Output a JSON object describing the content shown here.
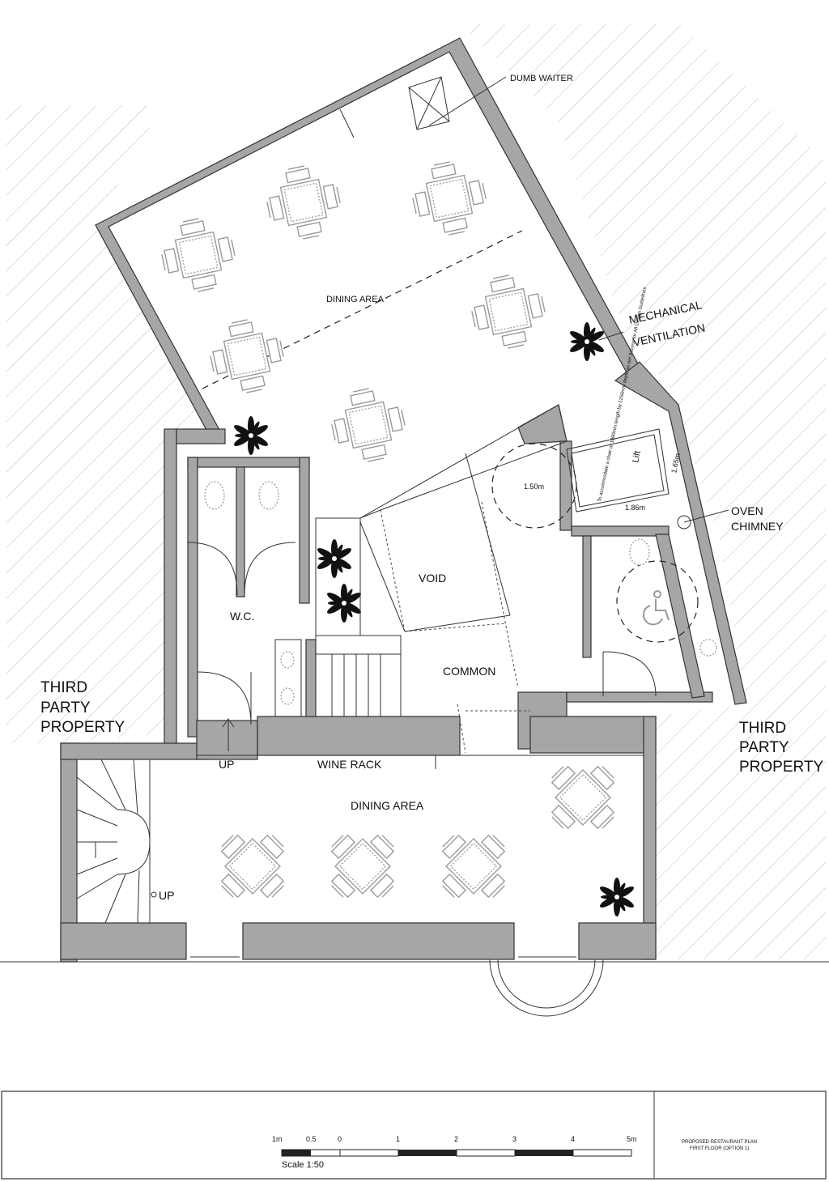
{
  "labels": {
    "dumb_waiter": "DUMB WAITER",
    "dining_area_upper": "DINING AREA",
    "mechanical_ventilation_1": "MECHANICAL",
    "mechanical_ventilation_2": "VENTILATION",
    "lift_title": "Lift",
    "lift_note": "To accommodate a chair of 1000mm length by 1250mm depth as per Access for All Design Guidelines",
    "lift_width": "1.86m",
    "lift_depth": "1.65m",
    "turning_circle": "1.50m",
    "oven_chimney_1": "OVEN",
    "oven_chimney_2": "CHIMNEY",
    "void": "VOID",
    "wc": "W.C.",
    "common": "COMMON",
    "third_party_left_1": "THIRD",
    "third_party_left_2": "PARTY",
    "third_party_left_3": "PROPERTY",
    "third_party_right_1": "THIRD",
    "third_party_right_2": "PARTY",
    "third_party_right_3": "PROPERTY",
    "up_1": "UP",
    "up_2": "UP",
    "wine_rack": "WINE RACK",
    "dining_area_lower": "DINING AREA"
  },
  "scale_bar": {
    "ticks": [
      "1m",
      "0.5",
      "0",
      "1",
      "2",
      "3",
      "4",
      "5m"
    ],
    "caption": "Scale 1:50"
  },
  "title_block": {
    "line1": "PROPOSED RESTAURANT PLAN",
    "line2": "FIRST FLOOR (OPTION 1)"
  }
}
